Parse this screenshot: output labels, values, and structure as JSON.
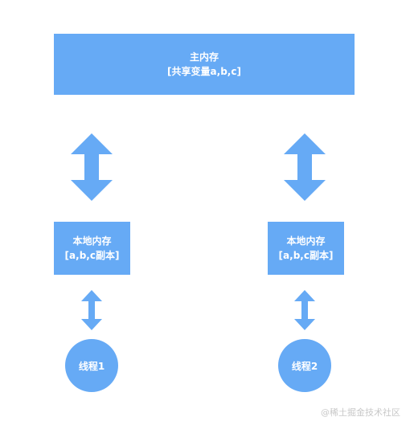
{
  "main_memory": {
    "title": "主内存",
    "subtitle": "[共享变量a,b,c]"
  },
  "local_memory_left": {
    "title": "本地内存",
    "subtitle": "[a,b,c副本]"
  },
  "local_memory_right": {
    "title": "本地内存",
    "subtitle": "[a,b,c副本]"
  },
  "thread_1": {
    "label": "线程1"
  },
  "thread_2": {
    "label": "线程2"
  },
  "watermark": "@稀土掘金技术社区",
  "colors": {
    "box_fill": "#66aaf5",
    "arrow_fill": "#66aaf5",
    "text": "#ffffff"
  }
}
